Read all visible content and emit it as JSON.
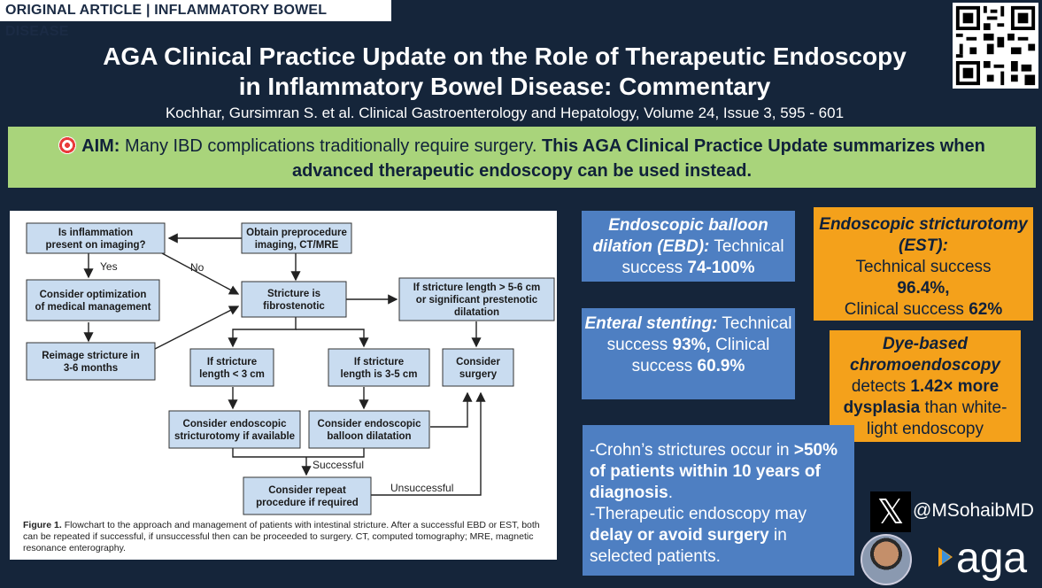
{
  "header": {
    "tag": "ORIGINAL ARTICLE | INFLAMMATORY BOWEL DISEASE",
    "title_line1": "AGA Clinical Practice Update on the Role of Therapeutic Endoscopy",
    "title_line2": "in Inflammatory Bowel Disease: Commentary",
    "citation": "Kochhar, Gursimran S. et al. Clinical Gastroenterology and Hepatology, Volume 24, Issue 3, 595 - 601"
  },
  "aim": {
    "icon": "target-icon",
    "label": "AIM:",
    "text": "Many IBD complications traditionally require surgery.",
    "bold_text": "This AGA Clinical Practice Update summarizes when advanced therapeutic endoscopy can be used instead."
  },
  "flowchart": {
    "nodes": {
      "inflammation": [
        "Is inflammation",
        "present on imaging?"
      ],
      "obtain": [
        "Obtain preprocedure",
        "imaging, CT/MRE"
      ],
      "optimize": [
        "Consider optimization",
        "of medical management"
      ],
      "fibrostenotic": [
        "Stricture is",
        "fibrostenotic"
      ],
      "long": [
        "If stricture length > 5-6 cm",
        "or significant prestenotic",
        "dilatation"
      ],
      "reimage": [
        "Reimage stricture in",
        "3-6 months"
      ],
      "lt3": [
        "If stricture",
        "length < 3 cm"
      ],
      "mid": [
        "If stricture",
        "length is 3-5 cm"
      ],
      "surgery": [
        "Consider",
        "surgery"
      ],
      "est": [
        "Consider endoscopic",
        "stricturotomy if available"
      ],
      "ebd": [
        "Consider endoscopic",
        "balloon dilatation"
      ],
      "repeat": [
        "Consider repeat",
        "procedure if required"
      ]
    },
    "labels": {
      "yes": "Yes",
      "no": "No",
      "successful": "Successful",
      "unsuccessful": "Unsuccessful"
    },
    "caption_bold": "Figure 1.",
    "caption": "Flowchart to the approach and management of patients with intestinal stricture. After a successful EBD or EST, both can be repeated if successful, if unsuccessful then can be proceeded to surgery. CT, computed tomography; MRE, magnetic resonance enterography."
  },
  "cards": {
    "ebd": {
      "title": "Endoscopic balloon dilation (EBD):",
      "text": "Technical success",
      "value": "74-100%"
    },
    "est": {
      "title": "Endoscopic stricturotomy (EST):",
      "text1": "Technical success",
      "value1": "96.4%,",
      "text2": "Clinical success",
      "value2": "62%"
    },
    "stent": {
      "title": "Enteral stenting:",
      "text1": "Technical success",
      "value1": "93%,",
      "text2": "Clinical success",
      "value2": "60.9%"
    },
    "dye": {
      "title": "Dye-based chromoendoscopy",
      "text1": "detects",
      "value": "1.42× more dysplasia",
      "text2": "than white-light endoscopy"
    },
    "crohn": {
      "p1_start": "-Crohn’s strictures occur in",
      "p1_bold": ">50% of patients within 10 years of diagnosis",
      "p1_end": ".",
      "p2_start": "-Therapeutic endoscopy may",
      "p2_bold": "delay or avoid surgery",
      "p2_end": "in selected patients."
    }
  },
  "footer": {
    "x_icon": "x-logo-icon",
    "handle": "@MSohaibMD",
    "avatar": "author-avatar",
    "logo_text": "aga"
  },
  "colors": {
    "background": "#15253a",
    "aim_green": "#a9d47b",
    "card_blue": "#4e7fc2",
    "card_orange": "#f4a11b",
    "flow_box": "#c9dcf0"
  }
}
